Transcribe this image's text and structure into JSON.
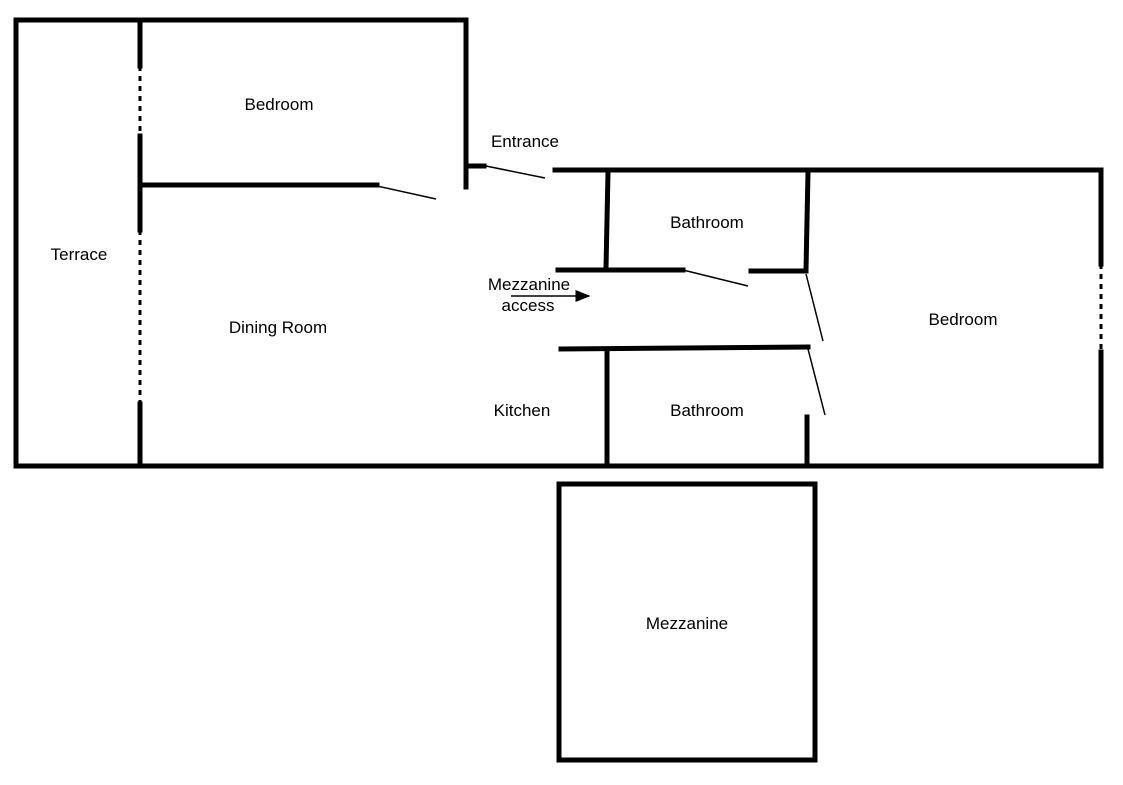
{
  "rooms": {
    "terrace": "Terrace",
    "bedroom_top": "Bedroom",
    "entrance": "Entrance",
    "dining_room": "Dining Room",
    "mezzanine_access_line1": "Mezzanine",
    "mezzanine_access_line2": "access",
    "kitchen": "Kitchen",
    "bathroom_upper": "Bathroom",
    "bathroom_lower": "Bathroom",
    "bedroom_right": "Bedroom",
    "mezzanine": "Mezzanine"
  },
  "colors": {
    "wall": "#000000",
    "background": "#ffffff"
  }
}
